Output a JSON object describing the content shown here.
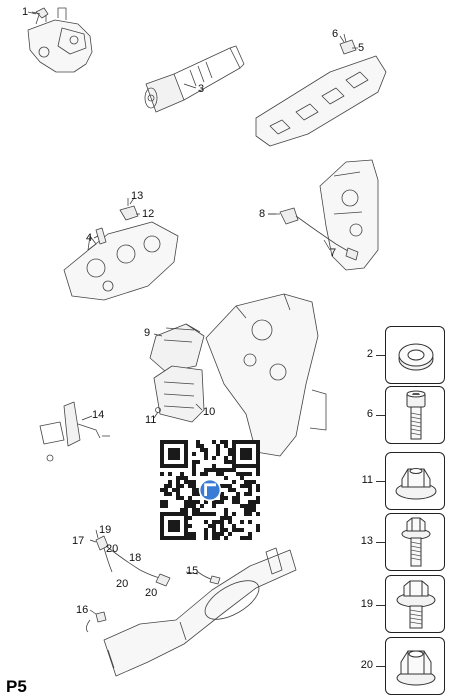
{
  "page_code": "P5",
  "callouts": {
    "c1": "1",
    "c3": "3",
    "c6": "6",
    "c5": "5",
    "c13": "13",
    "c12": "12",
    "c4": "4",
    "c8": "8",
    "c7": "7",
    "c9": "9",
    "c10": "10",
    "c11": "11",
    "c14": "14",
    "c19": "19",
    "c17": "17",
    "c20a": "20",
    "c18": "18",
    "c20b": "20",
    "c20c": "20",
    "c15": "15",
    "c16": "16"
  },
  "hardware_boxes": [
    {
      "label": "2",
      "part": "washer-ring"
    },
    {
      "label": "6",
      "part": "socket-head-bolt"
    },
    {
      "label": "11",
      "part": "flange-nut"
    },
    {
      "label": "13",
      "part": "flange-bolt"
    },
    {
      "label": "19",
      "part": "flange-bolt-large"
    },
    {
      "label": "20",
      "part": "hex-nut"
    }
  ],
  "colors": {
    "line": "#333333",
    "part_fill": "#f3f3f3",
    "qr_dark": "#1a1a1a",
    "qr_accent": "#3a7bd5"
  }
}
